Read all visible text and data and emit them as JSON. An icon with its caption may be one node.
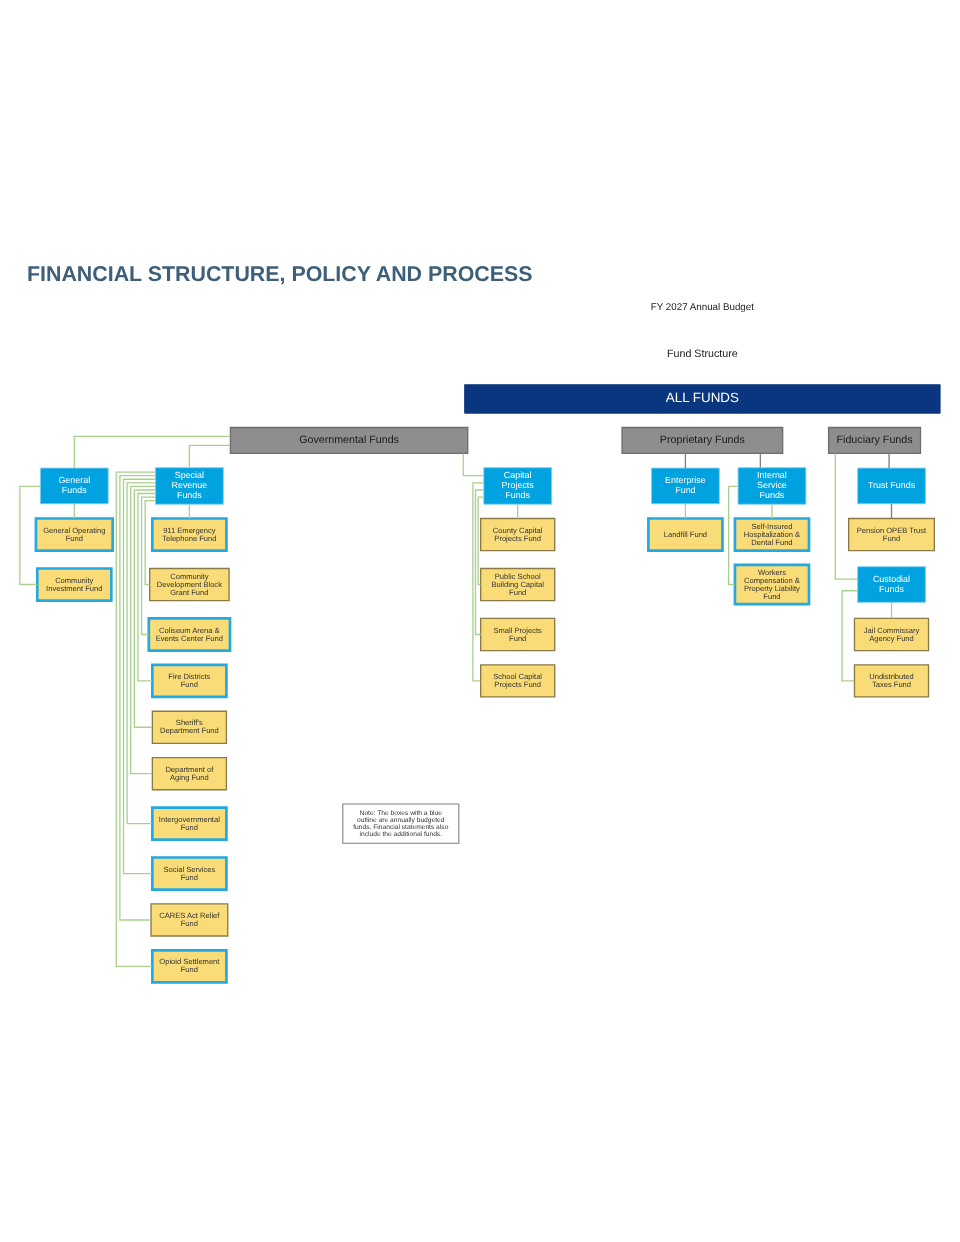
{
  "diagram": {
    "title": "FINANCIAL STRUCTURE, POLICY AND PROCESS",
    "nodes": [
      {
        "text": [
          "ALL FUNDS"
        ]
      },
      {
        "text": [
          "Governmental Funds"
        ]
      },
      {
        "text": [
          "Proprietary Funds"
        ]
      },
      {
        "text": [
          "Fiduciary Funds"
        ]
      },
      {
        "text": [
          "General Funds"
        ]
      },
      {
        "text": [
          "Special Revenue Funds"
        ]
      },
      {
        "text": [
          "Capital Projects Funds"
        ]
      },
      {
        "text": [
          "Enterprise Fund"
        ]
      },
      {
        "text": [
          "Internal Service Funds"
        ]
      },
      {
        "text": [
          "Trust Funds"
        ]
      },
      {
        "text": [
          "General Operating Fund"
        ]
      },
      {
        "text": [
          "Community Investment Fund"
        ]
      },
      {
        "text": [
          "911 Emergency Telephone Fund"
        ]
      },
      {
        "text": [
          "Community Development Block Grant Fund"
        ]
      },
      {
        "text": [
          "Coliseum Arena & Events Center Fund"
        ]
      },
      {
        "text": [
          "Fire Districts Fund"
        ]
      },
      {
        "text": [
          "Sheriff's Department Fund"
        ]
      },
      {
        "text": [
          "Department of Aging Fund"
        ]
      },
      {
        "text": [
          "Intergovernmental Fund"
        ]
      },
      {
        "text": [
          "Social Services Fund"
        ]
      },
      {
        "text": [
          "CARES Act Relief Fund"
        ]
      },
      {
        "text": [
          "Opioid Settlement Fund"
        ]
      },
      {
        "text": [
          "County Capital Projects Fund"
        ]
      },
      {
        "text": [
          "Public School Building Capital Fund"
        ]
      },
      {
        "text": [
          "Small Projects Fund"
        ]
      },
      {
        "text": [
          "School Capital Projects Fund"
        ]
      },
      {
        "text": [
          "Landfill Fund"
        ]
      },
      {
        "text": [
          "Self-Insured Hospitalization & Dental Fund"
        ]
      },
      {
        "text": [
          "Workers Compensation & Property Liability Fund"
        ]
      },
      {
        "text": [
          "Pension OPEB Trust Fund"
        ]
      },
      {
        "text": [
          "Custodial Funds"
        ]
      },
      {
        "text": [
          "Jail Commissary Agency Fund"
        ]
      },
      {
        "text": [
          "Undistributed Taxes Fund"
        ]
      },
      {
        "text": [
          "Note: The boxes with a blue outline are annually budgeted funds. Financial statements also include the additional funds."
        ]
      }
    ],
    "edges": [
      {
        "from": 1,
        "to": 4,
        "arrow": "none"
      },
      {
        "from": 1,
        "to": 5,
        "arrow": "none"
      },
      {
        "from": 1,
        "to": 6,
        "arrow": "none"
      },
      {
        "from": 2,
        "to": 7,
        "arrow": "none",
        "color": "#7f7f7f"
      },
      {
        "from": 2,
        "to": 8,
        "arrow": "none",
        "color": "#7f7f7f"
      },
      {
        "from": 3,
        "to": 9,
        "arrow": "none",
        "color": "#7f7f7f"
      },
      {
        "from": 3,
        "to": 30,
        "arrow": "none"
      },
      {
        "from": 4,
        "to": 10,
        "arrow": "none"
      },
      {
        "from": 4,
        "to": 11,
        "arrow": "none"
      },
      {
        "from": 5,
        "to": 12,
        "arrow": "none"
      },
      {
        "from": 5,
        "to": 13,
        "arrow": "none"
      },
      {
        "from": 5,
        "to": 14,
        "arrow": "none"
      },
      {
        "from": 5,
        "to": 15,
        "arrow": "none"
      },
      {
        "from": 5,
        "to": 16,
        "arrow": "none"
      },
      {
        "from": 5,
        "to": 17,
        "arrow": "none"
      },
      {
        "from": 5,
        "to": 18,
        "arrow": "none"
      },
      {
        "from": 5,
        "to": 19,
        "arrow": "none"
      },
      {
        "from": 5,
        "to": 20,
        "arrow": "none"
      },
      {
        "from": 5,
        "to": 21,
        "arrow": "none"
      },
      {
        "from": 6,
        "to": 22,
        "arrow": "none"
      },
      {
        "from": 6,
        "to": 23,
        "arrow": "none"
      },
      {
        "from": 6,
        "to": 24,
        "arrow": "none"
      },
      {
        "from": 6,
        "to": 25,
        "arrow": "none"
      },
      {
        "from": 7,
        "to": 26,
        "arrow": "none"
      },
      {
        "from": 8,
        "to": 27,
        "arrow": "none"
      },
      {
        "from": 8,
        "to": 28,
        "arrow": "none"
      },
      {
        "from": 9,
        "to": 29,
        "arrow": "none",
        "color": "#7f7f7f"
      },
      {
        "from": 30,
        "to": 31,
        "arrow": "none"
      },
      {
        "from": 30,
        "to": 32,
        "arrow": "none"
      }
    ],
    "labels": [
      "FY 2027 Annual Budget",
      "Fund Structure"
    ]
  }
}
